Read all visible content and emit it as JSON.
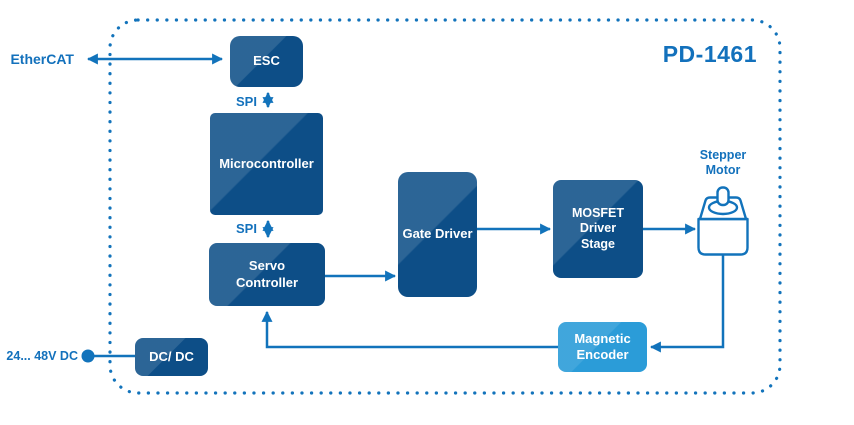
{
  "product": {
    "title": "PD-1461"
  },
  "external_labels": {
    "ethercat": "EtherCAT",
    "power_input": "24... 48V DC",
    "stepper_motor": "Stepper\nMotor"
  },
  "bus_labels": {
    "spi_esc_mcu": "SPI",
    "spi_mcu_servo": "SPI"
  },
  "blocks": {
    "esc": "ESC",
    "microcontroller": "Microcontroller",
    "servo_controller": "Servo\nController",
    "gate_driver": "Gate Driver",
    "mosfet_driver_stage": "MOSFET\nDriver\nStage",
    "magnetic_encoder": "Magnetic\nEncoder",
    "dc_dc": "DC/ DC"
  },
  "icons": {
    "stepper_motor": "stepper-motor-icon"
  },
  "colors": {
    "block_dark": "#0d4e87",
    "block_light": "#2b9cd8",
    "connector": "#1273bb",
    "label_text": "#1371bc",
    "block_text": "#ffffff",
    "background": "#ffffff"
  }
}
